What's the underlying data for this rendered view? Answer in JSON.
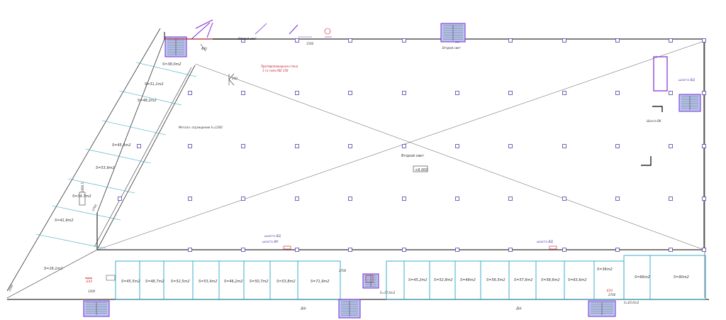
{
  "plan": {
    "main_label": "Второй свет",
    "top_label": "Второй свет",
    "stair_top_label": "Второй свет",
    "level_mark": "+6.000",
    "railing_note": "Металл. ограждение h=1200",
    "fire_wall_note": [
      "Противопожарная стена",
      "1-го типа REI 150"
    ],
    "axis_labels": [
      "4(б)",
      "3(б)"
    ],
    "section_marks": [
      "ДШ.",
      "ДШ."
    ],
    "shaft_labels": {
      "vd_right": "шахта ВД",
      "vk_right": "Шахта ВК",
      "vd_center": "шахта ВД",
      "vk_center": "шахта ВК",
      "vd_bottom_right": "шахта ВД"
    },
    "dimension_texts": [
      "1200",
      "1500",
      "2700",
      "1660.5",
      "2000",
      "2700",
      "2700"
    ],
    "exit_marks": [
      "ЕЭЗ",
      "ЕЭЗ"
    ],
    "left_rooms": [
      "S=38,0m2",
      "S=31,1m2",
      "S=48,2m2",
      "S=45,4m2",
      "S=53,9m2",
      "S=34,7m2",
      "S=41,9m2",
      "S=16,1m2"
    ],
    "bottom_rooms_left": [
      "S=45,5m2",
      "S=48,7m2",
      "S=52,5m2",
      "S=53,4m2",
      "S=46,2m2",
      "S=50,7m2",
      "S=53,8m2",
      "S=71,9m2"
    ],
    "center_small_room": "S=17,6m2",
    "bottom_rooms_right": [
      "S=45,2m2",
      "S=52,8m2",
      "S=48m2",
      "S=56,5m2",
      "S=57,6m2",
      "S=58,6m2",
      "S=63,6m2",
      "S=36m2",
      "S=66m2",
      "S=90m2"
    ],
    "small_room_extra": "S=63,6m2",
    "colors": {
      "wall": "#333333",
      "column": "#5b3fa6",
      "partition": "#2aa6c9",
      "stair_fill": "#b9c6f0",
      "accent": "#c0182a",
      "purple": "#7a2bd6",
      "guide": "#555555"
    }
  }
}
